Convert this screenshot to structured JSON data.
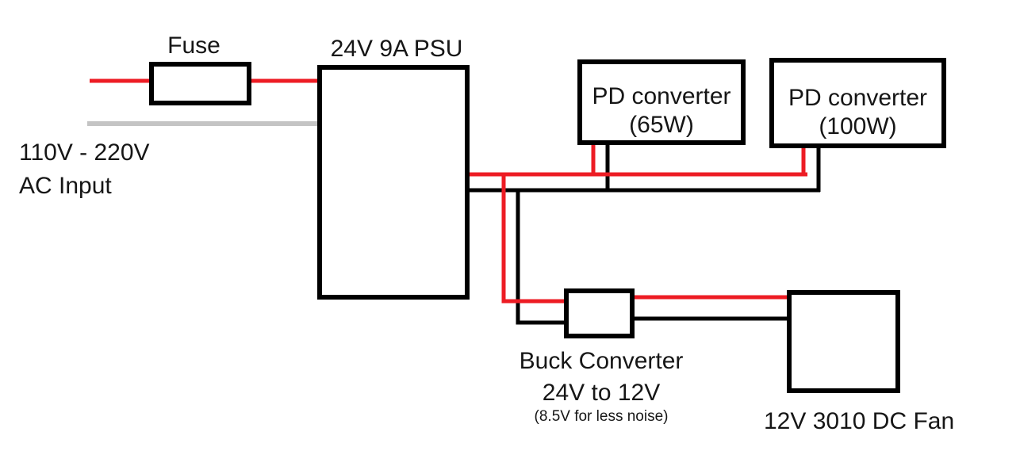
{
  "diagram": {
    "ac_input": {
      "line1": "110V - 220V",
      "line2": "AC Input"
    },
    "fuse": {
      "label": "Fuse"
    },
    "psu": {
      "label": "24V 9A PSU"
    },
    "pd_converter_65w": {
      "line1": "PD converter",
      "line2": "(65W)"
    },
    "pd_converter_100w": {
      "line1": "PD converter",
      "line2": "(100W)"
    },
    "buck_converter": {
      "line1": "Buck Converter",
      "line2": "24V to 12V",
      "note": "(8.5V for less noise)"
    },
    "fan": {
      "label": "12V 3010 DC Fan"
    },
    "colors": {
      "positive_wire": "#ed1c24",
      "negative_wire": "#000000",
      "neutral_wire": "#c4c4c4"
    }
  }
}
